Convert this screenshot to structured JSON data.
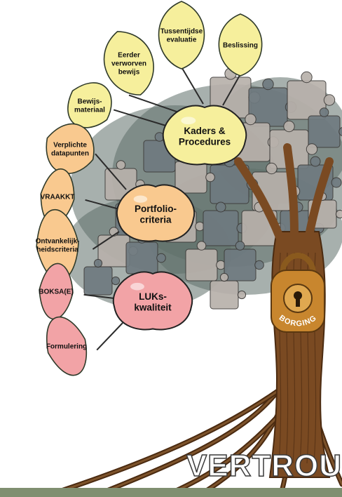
{
  "groups": [
    {
      "id": "kaders",
      "label": [
        "Kaders &",
        "Procedures"
      ],
      "color": "#f6ef9c",
      "leaves": [
        {
          "label": [
            "Tussentijdse",
            "evaluatie"
          ]
        },
        {
          "label": [
            "Beslissing"
          ]
        },
        {
          "label": [
            "Eerder",
            "verworven",
            "bewijs"
          ]
        },
        {
          "label": [
            "Bewijs-",
            "materiaal"
          ]
        }
      ]
    },
    {
      "id": "portfolio",
      "label": [
        "Portfolio-",
        "criteria"
      ],
      "color": "#f9c98f",
      "leaves": [
        {
          "label": [
            "Verplichte",
            "datapunten"
          ]
        },
        {
          "label": [
            "VRAAKKT"
          ]
        },
        {
          "label": [
            "Ontvankelijk-",
            "heidscriteria"
          ]
        }
      ]
    },
    {
      "id": "luks",
      "label": [
        "LUKs-",
        "kwaliteit"
      ],
      "color": "#f2a3a6",
      "leaves": [
        {
          "label": [
            "BOKSA(E)"
          ]
        },
        {
          "label": [
            "Formulering"
          ]
        }
      ]
    }
  ],
  "lock": {
    "label": "BORGING"
  },
  "roots": {
    "label": "VERTROU"
  },
  "colors": {
    "trunk": "#7a4a22",
    "trunk_dark": "#4a2a10",
    "puzzle_light": "#b8b1ab",
    "puzzle_dark": "#6f7a80",
    "foliage": "#5e6f69",
    "stroke": "#4a3a2a",
    "lock_gold": "#c8862e",
    "footer": "#7f8f70"
  }
}
